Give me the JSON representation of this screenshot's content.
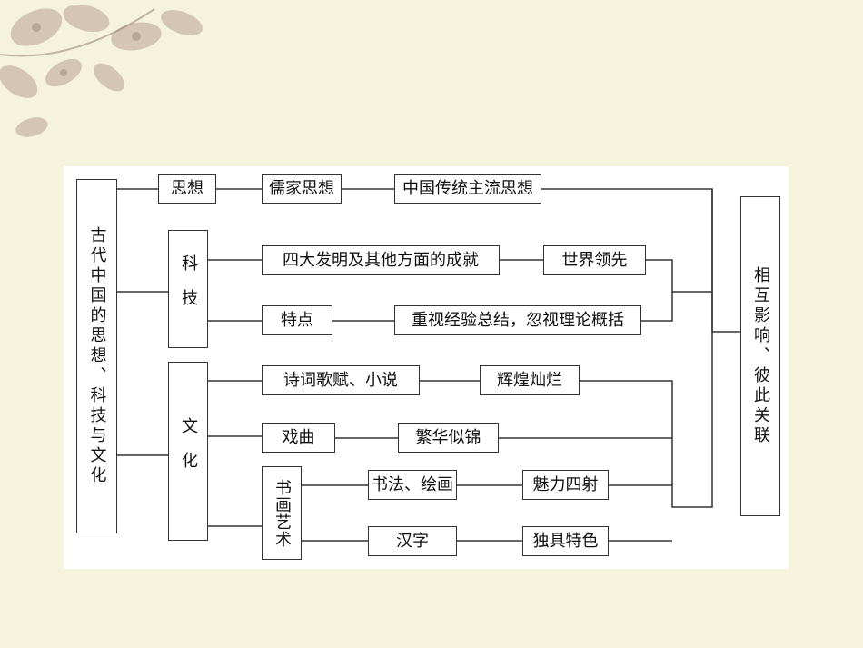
{
  "diagram": {
    "root": "古代中国的思想、科技与文化",
    "result": "相互影响、彼此关联",
    "categories": {
      "thought": "思想",
      "tech": "科技",
      "culture": "文化",
      "calligraphy_art": "书画艺术"
    },
    "nodes": {
      "confucian": "儒家思想",
      "mainstream": "中国传统主流思想",
      "inventions": "四大发明及其他方面的成就",
      "world_lead": "世界领先",
      "traits": "特点",
      "experience": "重视经验总结，忽视理论概括",
      "poetry": "诗词歌赋、小说",
      "brilliant": "辉煌灿烂",
      "opera": "戏曲",
      "flourish": "繁华似锦",
      "painting": "书法、绘画",
      "charm": "魅力四射",
      "hanzi": "汉字",
      "unique": "独具特色"
    }
  }
}
